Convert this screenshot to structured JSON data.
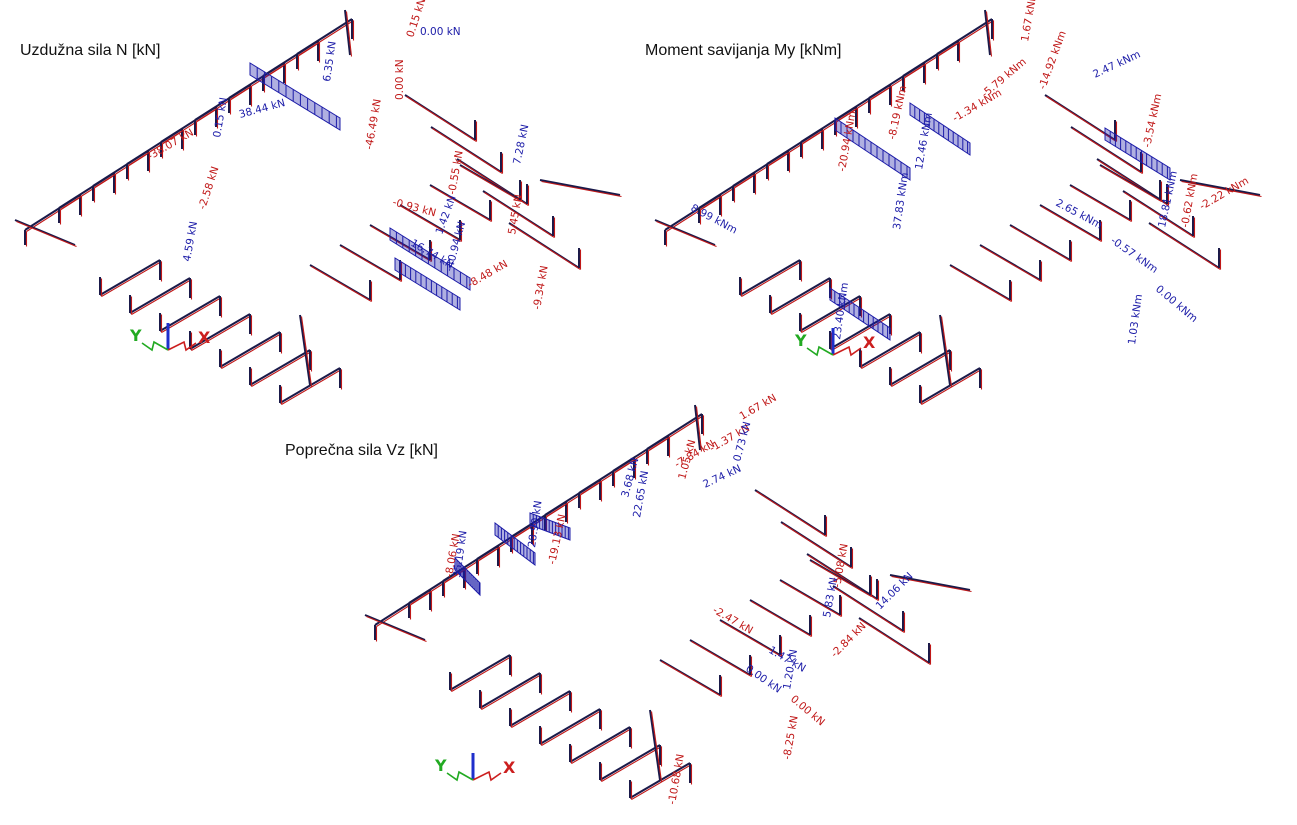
{
  "colors": {
    "positive": "#1c1ca8",
    "negative": "#c01818",
    "member": "#1a1a4a",
    "axis_x": "#cc1f1f",
    "axis_y": "#22aa22",
    "axis_z": "#1f2fcc",
    "background": "#ffffff"
  },
  "panels": [
    {
      "id": "normal-force",
      "title": "Uzdužna sila N [kN]",
      "labels": [
        {
          "text": "0.15 kN",
          "color": "negative"
        },
        {
          "text": "0.00 kN",
          "color": "positive"
        },
        {
          "text": "0.00 kN",
          "color": "negative"
        },
        {
          "text": "-46.49 kN",
          "color": "negative"
        },
        {
          "text": "6.35 kN",
          "color": "positive"
        },
        {
          "text": "38.44 kN",
          "color": "positive"
        },
        {
          "text": "0.15 kN",
          "color": "positive"
        },
        {
          "text": "-38.07 kN",
          "color": "negative"
        },
        {
          "text": "-2.58 kN",
          "color": "negative"
        },
        {
          "text": "4.59 kN",
          "color": "positive"
        },
        {
          "text": "7.28 kN",
          "color": "positive"
        },
        {
          "text": "-0.93 kN",
          "color": "negative"
        },
        {
          "text": "-0.55 kN",
          "color": "negative"
        },
        {
          "text": "1.42 kN",
          "color": "positive"
        },
        {
          "text": "5.45 kN",
          "color": "negative"
        },
        {
          "text": "16.74 kN",
          "color": "positive"
        },
        {
          "text": "-40.94 kN",
          "color": "positive"
        },
        {
          "text": "-8.48 kN",
          "color": "negative"
        },
        {
          "text": "-9.34 kN",
          "color": "negative"
        }
      ]
    },
    {
      "id": "bending-moment",
      "title": "Moment savijanja My [kNm]",
      "labels": [
        {
          "text": "1.67 kNm",
          "color": "negative"
        },
        {
          "text": "2.47 kNm",
          "color": "positive"
        },
        {
          "text": "-14.92 kNm",
          "color": "negative"
        },
        {
          "text": "-5.79 kNm",
          "color": "negative"
        },
        {
          "text": "-1.34 kNm",
          "color": "negative"
        },
        {
          "text": "-8.19 kNm",
          "color": "negative"
        },
        {
          "text": "-20.94 kNm",
          "color": "negative"
        },
        {
          "text": "12.46 kNm",
          "color": "positive"
        },
        {
          "text": "37.83 kNm",
          "color": "positive"
        },
        {
          "text": "-3.54 kNm",
          "color": "negative"
        },
        {
          "text": "18.81 kNm",
          "color": "positive"
        },
        {
          "text": "8.99 kNm",
          "color": "positive"
        },
        {
          "text": "2.65 kNm",
          "color": "positive"
        },
        {
          "text": "-0.57 kNm",
          "color": "positive"
        },
        {
          "text": "-0.62 kNm",
          "color": "negative"
        },
        {
          "text": "-2.22 kNm",
          "color": "negative"
        },
        {
          "text": "0.00 kNm",
          "color": "positive"
        },
        {
          "text": "1.03 kNm",
          "color": "positive"
        },
        {
          "text": "23.40 kNm",
          "color": "positive"
        }
      ]
    },
    {
      "id": "shear-force",
      "title": "Poprečna sila Vz [kN]",
      "labels": [
        {
          "text": "-7.84 kN",
          "color": "negative"
        },
        {
          "text": "-1.37 kN",
          "color": "negative"
        },
        {
          "text": "1.67 kN",
          "color": "negative"
        },
        {
          "text": "0.73 kN",
          "color": "positive"
        },
        {
          "text": "3.68 kN",
          "color": "positive"
        },
        {
          "text": "22.65 kN",
          "color": "positive"
        },
        {
          "text": "1.05 kN",
          "color": "negative"
        },
        {
          "text": "2.74 kN",
          "color": "positive"
        },
        {
          "text": "28.90 kN",
          "color": "positive"
        },
        {
          "text": "-19.13 kN",
          "color": "negative"
        },
        {
          "text": "35.19 kN",
          "color": "positive"
        },
        {
          "text": "-8.06 kN",
          "color": "negative"
        },
        {
          "text": "-5.08 kN",
          "color": "negative"
        },
        {
          "text": "5.83 kN",
          "color": "positive"
        },
        {
          "text": "14.06 kN",
          "color": "positive"
        },
        {
          "text": "-2.47 kN",
          "color": "negative"
        },
        {
          "text": "-2.84 kN",
          "color": "negative"
        },
        {
          "text": "1.47 kN",
          "color": "positive"
        },
        {
          "text": "1.20 kN",
          "color": "positive"
        },
        {
          "text": "0.00 kN",
          "color": "positive"
        },
        {
          "text": "0.00 kN",
          "color": "negative"
        },
        {
          "text": "-8.25 kN",
          "color": "negative"
        },
        {
          "text": "-10.68 kN",
          "color": "negative"
        }
      ]
    }
  ],
  "axes_triad": {
    "x_label": "X",
    "y_label": "Y"
  }
}
